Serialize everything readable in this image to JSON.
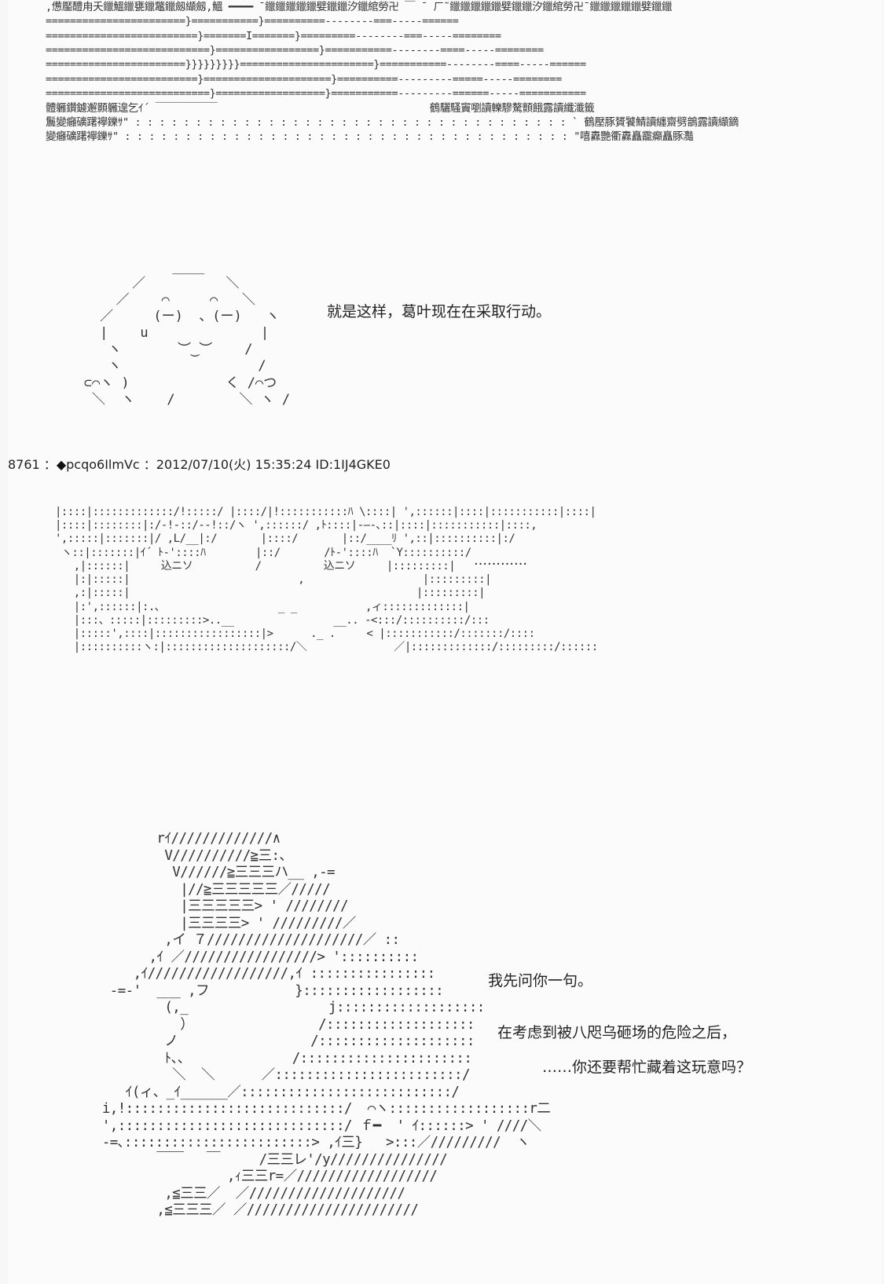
{
  "art_top": ",憊靨醴甪夭鑞鰮鑞甕鑞鼈鑞劔纈劔,鰮 ━━━━ ˉ鑞鑞鑞鑞鑞嬖鑞鑞汐鑞綰勞卍 ￣ ˉ ㄏ˜鑞鑞鑞鑞鑞嬖鑞鑞汐鑞綰勞卍ˉ鑞鑞鑞鑞鑞嬖鑞鑞\n=======================}===========}==========--------===-----======\n=========================}=======I=======}=========--------===-----========\n===========================}=================}===========--------====-----========\n=======================}}}}}}}}}======================}===========--------====-----======\n=========================}=====================}==========---------=====-----========\n===========================}==================}===========---------======-----===========\n體軅鑽鑢邂顥軅遑乞ｲ´ ￣￣￣￣￣￣                                   鶴驪騷竇嚠讀轢驂驁顫餓露讀纖瀸籤\n鬞變癰礦躇襷鑠ｻ\" : : : : : : : : : : : : : : : : : : : : : : : : : : : : : : : : : : : : ` 鶴壓豚贇饕鯖讀纏齋劈鶕露讀纈鏑\n變癰礦躇襷鑠ｻ\" : : : : : : : : : : : : : : : : : : : : : : : : : : : : : : : : : : : : : \"嘻纛艷衢纛矗靇癲矗豚灩",
  "art_ghost": "              ____\n         ／          ＼\n       ／    ⌒     ⌒   ＼\n     ／     (ー)  、(ー)   ヽ\n     |    u              |\n      ヽ       ︶‿︶    /\n      ヽ                 /\n   ⊂⌒ヽ )            く /⌒つ\n    ＼  ヽ    /        ＼ ヽ /",
  "dialogue_1": "就是这样，葛叶现在在采取行动。",
  "post": {
    "number": "8761",
    "sep1": " ：",
    "diamond": "◆",
    "trip": "pcqo6IlmVc",
    "sep2": " ：",
    "date": "2012/07/10(火) 15:35:24",
    "id": " ID:1IJ4GKE0"
  },
  "art_face": "|::::|:::::::::::::/!:::::/ |::::/|!:::::::::::ﾊ \\::::| ',::::::|::::|:::::::::::|::::|\n|::::|::::::::|:/-!-::/--!::/ヽ ',::::::/ ,ﾄ::::|-―-､::|::::|:::::::::::|::::,\n',:::::|:::::::|/ ,L/__|:/       |::::/       |::/____ﾘ ',::|::::::::::|:/\n ヽ::|:::::::|ｲ´ ﾄ-'::::ﾊ        |::/       /ﾄ-'::::ﾊ  `Y::::::::::/\n   ,|::::::|     込ニソ          /          込ニソ     |:::::::::|\n   |:|:::::|                           ,                   |:::::::::|\n   ,:|:::::|                                              |:::::::::|\n   |:',::::::|:.､                   _ _           ,ィ:::::::::::::|\n   |:::、:::::|:::::::::>..__                __.. -<:::/::::::::::/:::\n   |:::::',::::|:::::::::::::::::|>      ._ .     < |:::::::::::/:::::::/::::\n   |::::::::::ヽ:|::::::::::::::::::::/＼              ／|:::::::::::::/:::::::::/::::::",
  "dialogue_2": "…………",
  "art_hat": "         rｲ/////////////∧\n          V//////////≧三:、\n           V//////≧三三三ハ__ ,-=\n            |//≧三三三三三／/////\n            |三三三三三> ' ////////\n            |三三三三> ' /////////／\n          ,イ ７////////////////////／ ::\n        ,ｲ ／/////////////////> '::::::::::\n      ,ｲ//////////////////,ｲ ::::::::::::::::\n   -=-'  ___ ,フ           }::::::::::::::::::\n          (,_                  j:::::::::::::::::::\n            ）                /:::::::::::::::::::\n          ノ                 /::::::::::::::::::::\n          ﾄ、、             /::::::::::::::::::::::\n           ＼  ＼      ／::::::::::::::::::::::::/\n     ｲ(ィ、_ｲ______／:::::::::::::::::::::::::::/\n  i,!::::::::::::::::::::::::::::/  ⌒ヽ::::::::::::::::::r二\n  ',:::::::::::::::::::::::::::::/ ｆ━  ' ｲ::::::> ' ////＼\n  -=､::::::::::::::::::::::::> ,ｲ三}   >:::／/////////  ヽ\n         ￣￣   ￣     /三三レ'/y///////////////\n                  ,ｨ三三r=／//////////////////\n          ,≦三三／  ／////////////////////\n         ,≦三三三／ ／//////////////////////",
  "dialogue_3a": "我先问你一句。",
  "dialogue_3b": "在考虑到被八咫乌砸场的危险之后，",
  "dialogue_3c": "……你还要帮忙藏着这玩意吗？"
}
